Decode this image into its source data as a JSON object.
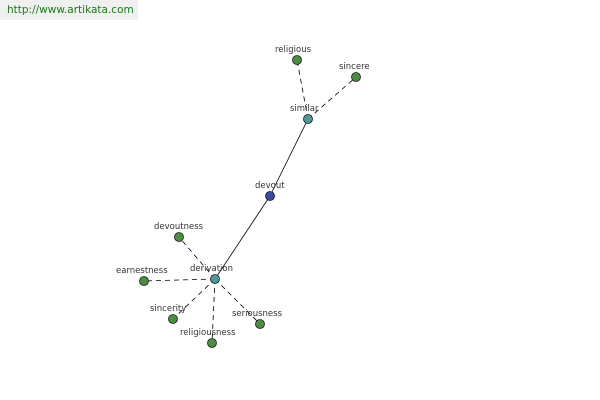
{
  "header": {
    "url": "http://www.artikata.com"
  },
  "colors": {
    "center": "#3a4aa0",
    "hub": "#4a9a9a",
    "leaf": "#4e8c44"
  },
  "nodes": [
    {
      "id": "devout",
      "label": "devout",
      "kind": "center"
    },
    {
      "id": "similar",
      "label": "similar",
      "kind": "hub"
    },
    {
      "id": "derivation",
      "label": "derivation",
      "kind": "hub"
    },
    {
      "id": "religious",
      "label": "religious",
      "kind": "leaf"
    },
    {
      "id": "sincere",
      "label": "sincere",
      "kind": "leaf"
    },
    {
      "id": "devoutness",
      "label": "devoutness",
      "kind": "leaf"
    },
    {
      "id": "earnestness",
      "label": "earnestness",
      "kind": "leaf"
    },
    {
      "id": "sincerity",
      "label": "sincerity",
      "kind": "leaf"
    },
    {
      "id": "religiousness",
      "label": "religiousness",
      "kind": "leaf"
    },
    {
      "id": "seriousness",
      "label": "seriousness",
      "kind": "leaf"
    }
  ],
  "edges": [
    {
      "from": "devout",
      "to": "similar",
      "style": "solid"
    },
    {
      "from": "devout",
      "to": "derivation",
      "style": "solid"
    },
    {
      "from": "similar",
      "to": "religious",
      "style": "dashed"
    },
    {
      "from": "similar",
      "to": "sincere",
      "style": "dashed"
    },
    {
      "from": "derivation",
      "to": "devoutness",
      "style": "dashed"
    },
    {
      "from": "derivation",
      "to": "earnestness",
      "style": "dashed"
    },
    {
      "from": "derivation",
      "to": "sincerity",
      "style": "dashed"
    },
    {
      "from": "derivation",
      "to": "religiousness",
      "style": "dashed"
    },
    {
      "from": "derivation",
      "to": "seriousness",
      "style": "dashed"
    }
  ]
}
